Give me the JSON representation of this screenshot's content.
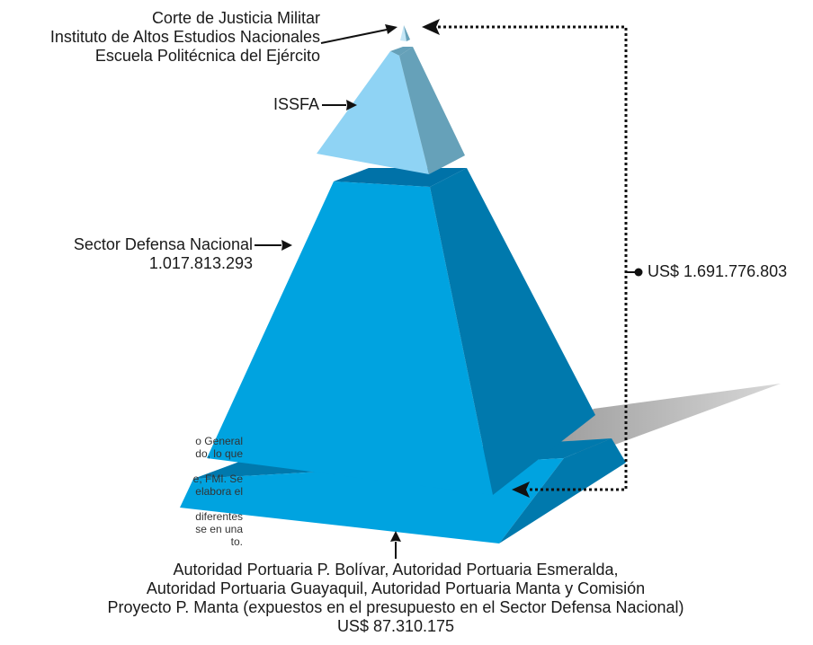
{
  "labels": {
    "top_lines": [
      "Corte de Justicia Militar",
      "Instituto de Altos Estudios Nacionales",
      "Escuela Politécnica del Ejército"
    ],
    "issfa": "ISSFA",
    "defensa_name": "Sector Defensa Nacional",
    "defensa_value": "1.017.813.293",
    "total": "US$ 1.691.776.803",
    "base_lines": [
      "Autoridad Portuaria P. Bolívar, Autoridad Portuaria Esmeralda,",
      "Autoridad Portuaria Guayaquil, Autoridad Portuaria Manta y Comisión",
      "Proyecto P. Manta (expuestos en el presupuesto en el Sector Defensa Nacional)",
      "US$ 87.310.175"
    ]
  },
  "side_text": [
    "o General",
    "do, lo que",
    "",
    "e, FMI. Se",
    "elabora el",
    "",
    "diferentes",
    "se en una",
    "to."
  ],
  "colors": {
    "light_front": "#8fd3f4",
    "light_side": "#66a1b9",
    "mid_front": "#00a3e0",
    "mid_side": "#0079ad",
    "mid_top": "#0072a8",
    "shadow": "#a6a6a6",
    "line": "#111111"
  }
}
